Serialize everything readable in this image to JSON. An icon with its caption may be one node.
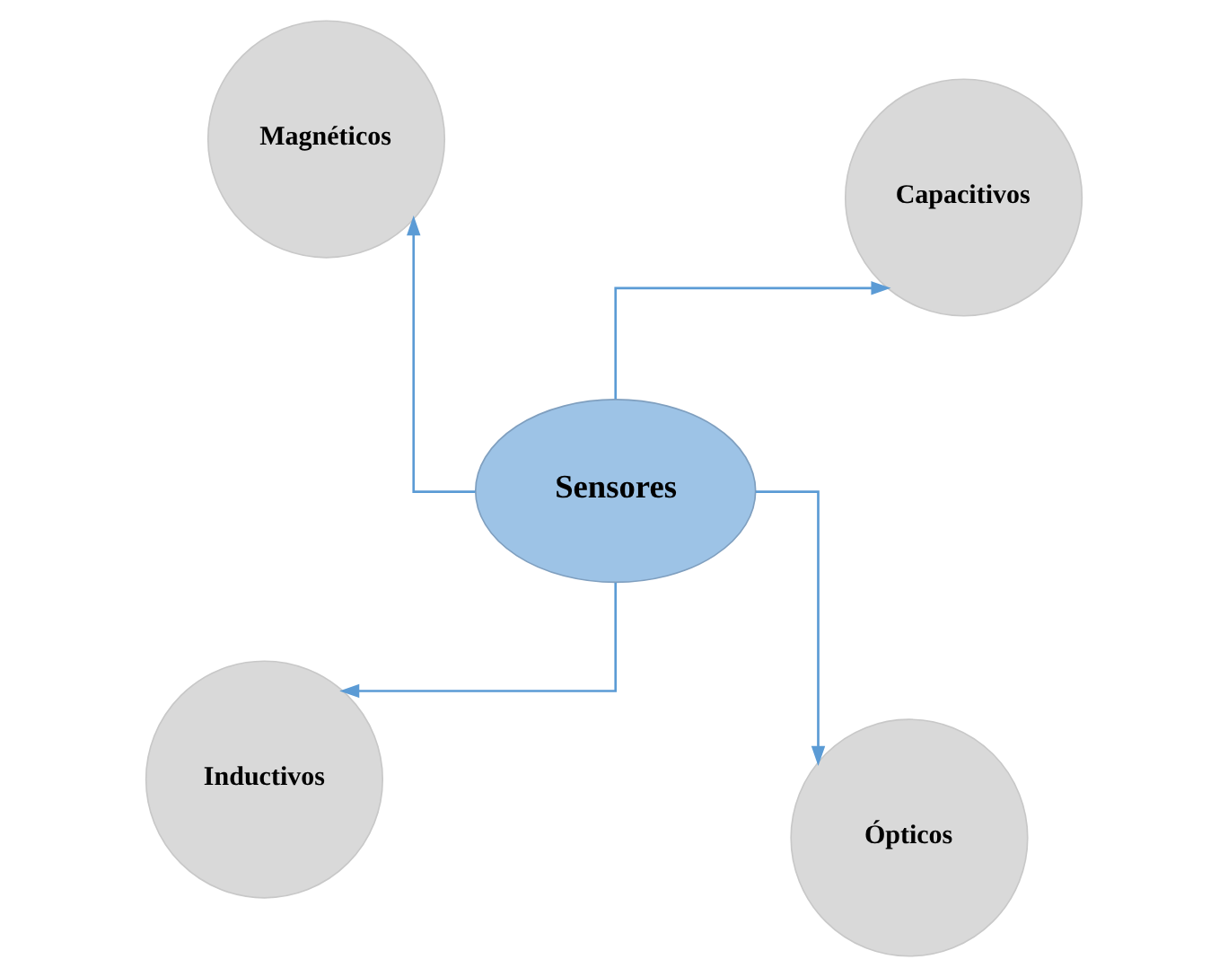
{
  "diagram": {
    "nodes": [
      {
        "text": [
          "Inductivos"
        ]
      },
      {
        "text": [
          "Ópticos"
        ]
      },
      {
        "text": [
          "Sensores"
        ]
      },
      {
        "text": [
          "Magnéticos"
        ]
      },
      {
        "text": [
          "Capacitivos"
        ]
      }
    ],
    "edges": [
      {
        "from": 2,
        "to": 0,
        "arrow": "to"
      },
      {
        "from": 2,
        "to": 1,
        "arrow": "to"
      },
      {
        "from": 2,
        "to": 3,
        "arrow": "to"
      },
      {
        "from": 2,
        "to": 4,
        "arrow": "to"
      }
    ]
  }
}
